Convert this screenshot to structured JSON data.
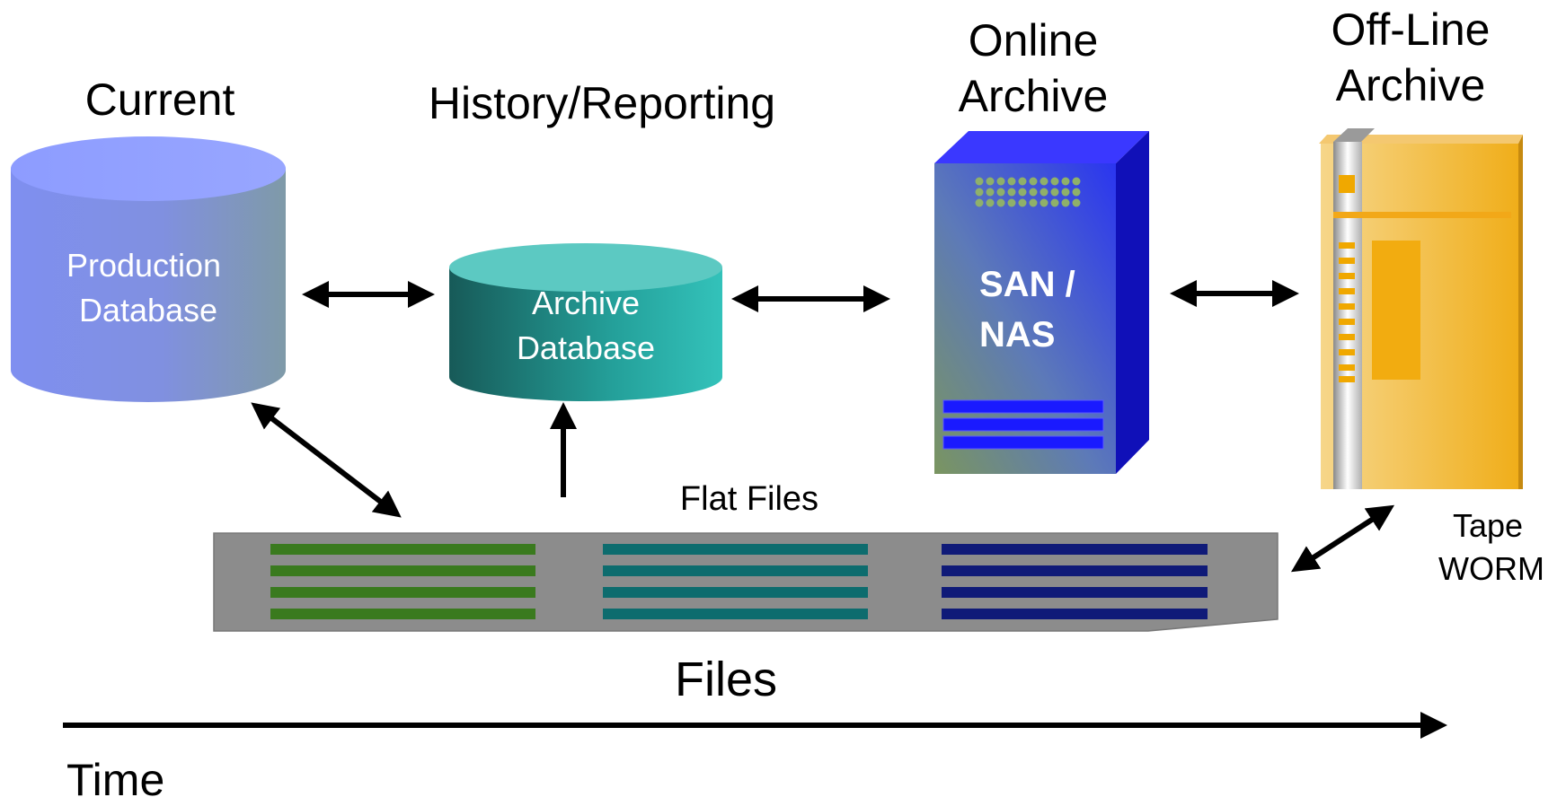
{
  "headings": {
    "current": "Current",
    "history": "History/Reporting",
    "online_line1": "Online",
    "online_line2": "Archive",
    "offline_line1": "Off-Line",
    "offline_line2": "Archive"
  },
  "production_db": {
    "line1": "Production",
    "line2": "Database"
  },
  "archive_db": {
    "line1": "Archive",
    "line2": "Database"
  },
  "san": {
    "line1": "SAN /",
    "line2": "NAS"
  },
  "flat_files_label": "Flat Files",
  "tape": {
    "line1": "Tape",
    "line2": "WORM"
  },
  "files_label": "Files",
  "time_label": "Time",
  "colors": {
    "production_cylinder": "#8a9cf5",
    "archive_cylinder": "#2fb5ad",
    "server_blue": "#2a2ae6",
    "tape_orange": "#f2b21c",
    "file_tray": "#8c8c8c",
    "file_green": "#3a7a1e",
    "file_teal": "#0d6c6e",
    "file_navy": "#0f1a78"
  },
  "icons": [
    "cylinder-database-icon",
    "server-tower-icon",
    "tape-library-icon",
    "double-arrow-icon",
    "time-arrow-icon"
  ]
}
